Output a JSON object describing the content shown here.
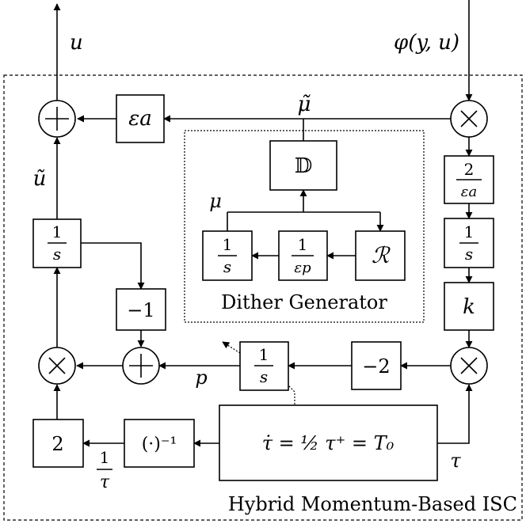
{
  "signals": {
    "u": "u",
    "phi": "φ(y, u)",
    "mu_tilde": "μ̃",
    "u_tilde": "ũ",
    "mu": "μ",
    "p": "p",
    "tau": "τ",
    "one_over_tau_num": "1",
    "one_over_tau_den": "τ"
  },
  "blocks": {
    "eps_a": "εa",
    "D": "𝔻",
    "two_over_eps_a_num": "2",
    "two_over_eps_a_den": "εa",
    "integrator_num": "1",
    "integrator_den": "s",
    "k": "k",
    "inv_eps_p_num": "1",
    "inv_eps_p_den": "εp",
    "R": "ℛ",
    "minus_one": "−1",
    "minus_two": "−2",
    "two": "2",
    "inverse": "(·)⁻¹",
    "tau_dynamics": "τ̇ = ½   τ⁺ = T₀"
  },
  "junctions": {
    "plus": "+",
    "times": "×"
  },
  "labels": {
    "dither_generator": "Dither Generator",
    "system_title": "Hybrid Momentum-Based ISC"
  }
}
